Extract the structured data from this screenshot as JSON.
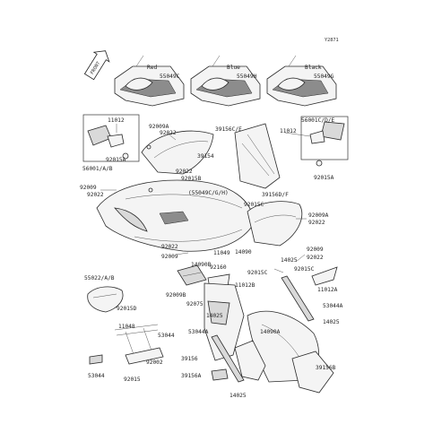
{
  "diagram": {
    "ref_code": "Y2871",
    "front_label": "FRONT",
    "colors": {
      "line": "#2a2a2a",
      "part_fill": "#f4f4f4",
      "shade": "#8c8c8c"
    },
    "color_variants": [
      {
        "color": "Red",
        "part_no": "55049C"
      },
      {
        "color": "Blue",
        "part_no": "55049H"
      },
      {
        "color": "Black",
        "part_no": "55049G"
      }
    ],
    "labels": {
      "l11012_left": "11012",
      "l92015a_left": "92015A",
      "l56001ab": "56001/A/B",
      "l92009a_top": "92009A",
      "l92022_top": "92022",
      "l39156ce": "39156C/E",
      "l56001cde": "56001C/D/E",
      "l11012_right": "11012",
      "l92015a_right": "92015A",
      "l39154": "39154",
      "l92022_mid": "92022",
      "l92015b": "92015B",
      "l92009_left": "92009",
      "l92022_left": "92022",
      "l55049cgh": "(55049C/G/H)",
      "l92015c_mid": "92015C",
      "l39156df": "39156D/F",
      "l92009a_right": "92009A",
      "l92022_right": "92022",
      "l14090": "14090",
      "l92022_lower": "92022",
      "l92009_lower": "92009",
      "l11049": "11049",
      "l14090b": "14090B",
      "l92160": "92160",
      "l14025_top": "14025",
      "l92009_far": "92009",
      "l92022_far": "92022",
      "l92015c_r1": "92015C",
      "l92015c_r2": "92015C",
      "l55022ab": "55022/A/B",
      "l11012b": "11012B",
      "l11012a": "11012A",
      "l92009b": "92009B",
      "l92075": "92075",
      "l53044a_right": "53044A",
      "l92015d": "92015D",
      "l14025_mid": "14025",
      "l14025_right": "14025",
      "l11048": "11048",
      "l53044": "53044",
      "l53044a_mid": "53044A",
      "l14090a": "14090A",
      "l92002": "92002",
      "l39156": "39156",
      "l39156b": "39156B",
      "l53044_low": "53044",
      "l39156a": "39156A",
      "l92015": "92015",
      "l14025_bot": "14025"
    }
  }
}
